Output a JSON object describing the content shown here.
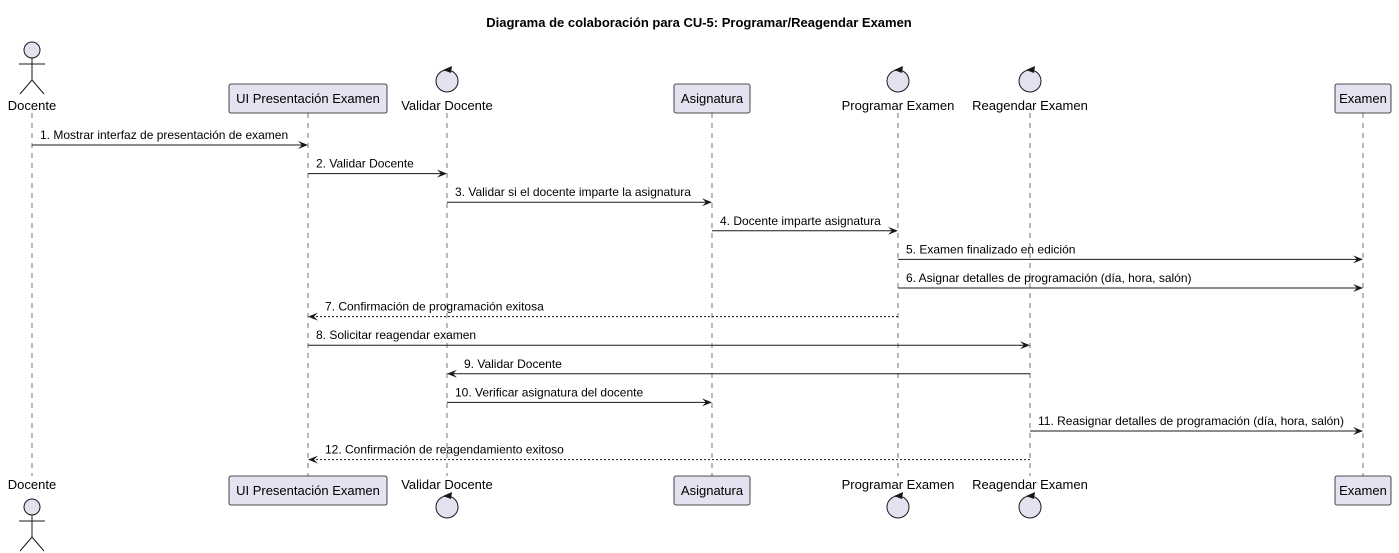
{
  "title": "Diagrama de colaboración para CU-5: Programar/Reagendar Examen",
  "participants": [
    {
      "id": "docente",
      "kind": "actor",
      "label": "Docente"
    },
    {
      "id": "ui",
      "kind": "boundary-box",
      "label": "UI Presentación Examen"
    },
    {
      "id": "validar",
      "kind": "control",
      "label": "Validar Docente"
    },
    {
      "id": "asignatura",
      "kind": "box",
      "label": "Asignatura"
    },
    {
      "id": "programar",
      "kind": "control",
      "label": "Programar Examen"
    },
    {
      "id": "reagendar",
      "kind": "control",
      "label": "Reagendar Examen"
    },
    {
      "id": "examen",
      "kind": "box",
      "label": "Examen"
    }
  ],
  "messages": [
    {
      "from": "docente",
      "to": "ui",
      "label": "1. Mostrar interfaz de presentación de examen",
      "style": "solid"
    },
    {
      "from": "ui",
      "to": "validar",
      "label": "2. Validar Docente",
      "style": "solid"
    },
    {
      "from": "validar",
      "to": "asignatura",
      "label": "3. Validar si el docente imparte la asignatura",
      "style": "solid"
    },
    {
      "from": "asignatura",
      "to": "programar",
      "label": "4. Docente imparte asignatura",
      "style": "solid"
    },
    {
      "from": "programar",
      "to": "examen",
      "label": "5. Examen finalizado en edición",
      "style": "solid"
    },
    {
      "from": "programar",
      "to": "examen",
      "label": "6. Asignar detalles de programación (día, hora, salón)",
      "style": "solid"
    },
    {
      "from": "programar",
      "to": "ui",
      "label": "7. Confirmación de programación exitosa",
      "style": "dashed"
    },
    {
      "from": "ui",
      "to": "reagendar",
      "label": "8. Solicitar reagendar examen",
      "style": "solid"
    },
    {
      "from": "reagendar",
      "to": "validar",
      "label": "9. Validar Docente",
      "style": "solid"
    },
    {
      "from": "validar",
      "to": "asignatura",
      "label": "10. Verificar asignatura del docente",
      "style": "solid"
    },
    {
      "from": "reagendar",
      "to": "examen",
      "label": "11. Reasignar detalles de programación (día, hora, salón)",
      "style": "solid"
    },
    {
      "from": "reagendar",
      "to": "ui",
      "label": "12. Confirmación de reagendamiento exitoso",
      "style": "dashed"
    }
  ],
  "colors": {
    "participant_fill": "#E2E2F0",
    "line": "#181818"
  }
}
